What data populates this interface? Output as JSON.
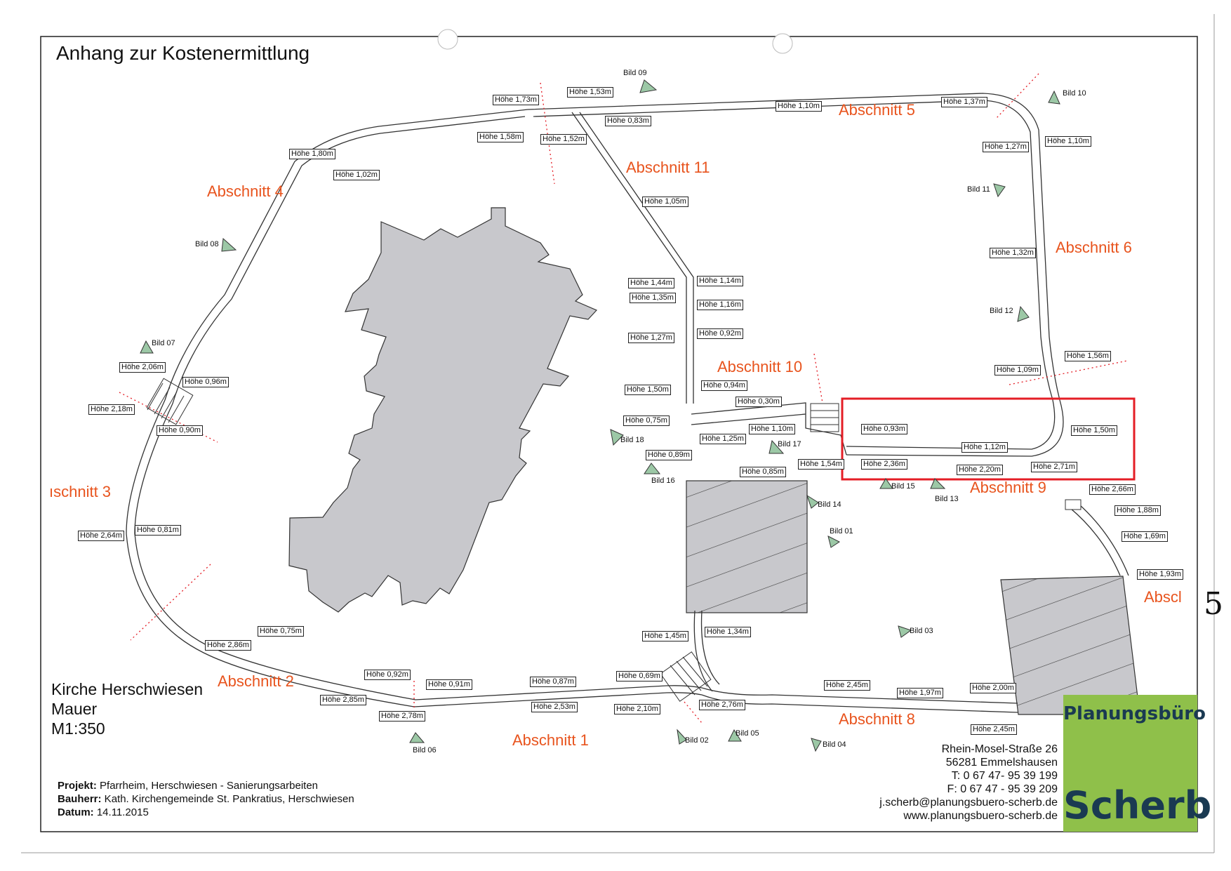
{
  "title": "Anhang zur Kostenermittlung",
  "plan_info": {
    "line1": "Kirche Herschwiesen",
    "line2": "Mauer",
    "line3": "M1:350"
  },
  "project": {
    "projekt_label": "Projekt:",
    "projekt_value": " Pfarrheim, Herschwiesen - Sanierungsarbeiten",
    "bauherr_label": "Bauherr:",
    "bauherr_value": " Kath. Kirchengemeinde St. Pankratius, Herschwiesen",
    "datum_label": "Datum:",
    "datum_value": " 14.11.2015"
  },
  "address": {
    "street": "Rhein-Mosel-Straße 26",
    "city": "56281 Emmelshausen",
    "phone": "T: 0 67 47- 95 39 199",
    "fax": "F: 0 67 47 - 95 39 209",
    "email": "j.scherb@planungsbuero-scherb.de",
    "web": "www.planungsbuero-scherb.de"
  },
  "logo": {
    "line1": "Planungsbüro",
    "line2": "Scherb",
    "color": "#8fc04a",
    "text_color": "#1a3a52"
  },
  "handwritten_mark": "5",
  "colors": {
    "section": "#e8541e",
    "highlight": "#e41e26",
    "building": "#c8c8cc"
  },
  "sections": [
    "Abschnitt 1",
    "Abschnitt 2",
    "ıschnitt 3",
    "Abschnitt 4",
    "Abschnitt 5",
    "Abschnitt 6",
    "Abscl",
    "Abschnitt 8",
    "Abschnitt 9",
    "Abschnitt 10",
    "Abschnitt 11"
  ],
  "photos": [
    "Bild 01",
    "Bild 02",
    "Bild 03",
    "Bild 04",
    "Bild 05",
    "Bild 06",
    "Bild 07",
    "Bild 08",
    "Bild 09",
    "Bild 10",
    "Bild 11",
    "Bild 12",
    "Bild 13",
    "Bild 14",
    "Bild 15",
    "Bild 16",
    "Bild 17",
    "Bild 18"
  ],
  "heights": [
    "Höhe 1,73m",
    "Höhe 1,53m",
    "Höhe 0,83m",
    "Höhe 1,58m",
    "Höhe 1,52m",
    "Höhe 1,10m",
    "Höhe 1,37m",
    "Höhe 1,80m",
    "Höhe 1,02m",
    "Höhe 1,27m",
    "Höhe 1,10m",
    "Höhe 1,05m",
    "Höhe 1,32m",
    "Höhe 1,44m",
    "Höhe 1,14m",
    "Höhe 1,35m",
    "Höhe 1,16m",
    "Höhe 1,27m",
    "Höhe 0,92m",
    "Höhe 2,06m",
    "Höhe 0,96m",
    "Höhe 1,56m",
    "Höhe 1,09m",
    "Höhe 1,50m",
    "Höhe 0,94m",
    "Höhe 0,30m",
    "Höhe 2,18m",
    "Höhe 0,90m",
    "Höhe 0,75m",
    "Höhe 1,10m",
    "Höhe 1,25m",
    "Höhe 0,93m",
    "Höhe 1,50m",
    "Höhe 1,12m",
    "Höhe 0,89m",
    "Höhe 0,85m",
    "Höhe 1,54m",
    "Höhe 2,36m",
    "Höhe 2,20m",
    "Höhe 2,71m",
    "Höhe 2,66m",
    "Höhe 1,88m",
    "Höhe 2,64m",
    "Höhe 0,81m",
    "Höhe 1,69m",
    "Höhe 1,93m",
    "Höhe 0,75m",
    "Höhe 2,86m",
    "Höhe 1,45m",
    "Höhe 1,34m",
    "Höhe 0,92m",
    "Höhe 0,91m",
    "Höhe 0,87m",
    "Höhe 0,69m",
    "Höhe 2,85m",
    "Höhe 2,78m",
    "Höhe 2,53m",
    "Höhe 2,10m",
    "Höhe 2,76m",
    "Höhe 2,45m",
    "Höhe 1,97m",
    "Höhe 2,00m",
    "Höhe 2,45m"
  ]
}
